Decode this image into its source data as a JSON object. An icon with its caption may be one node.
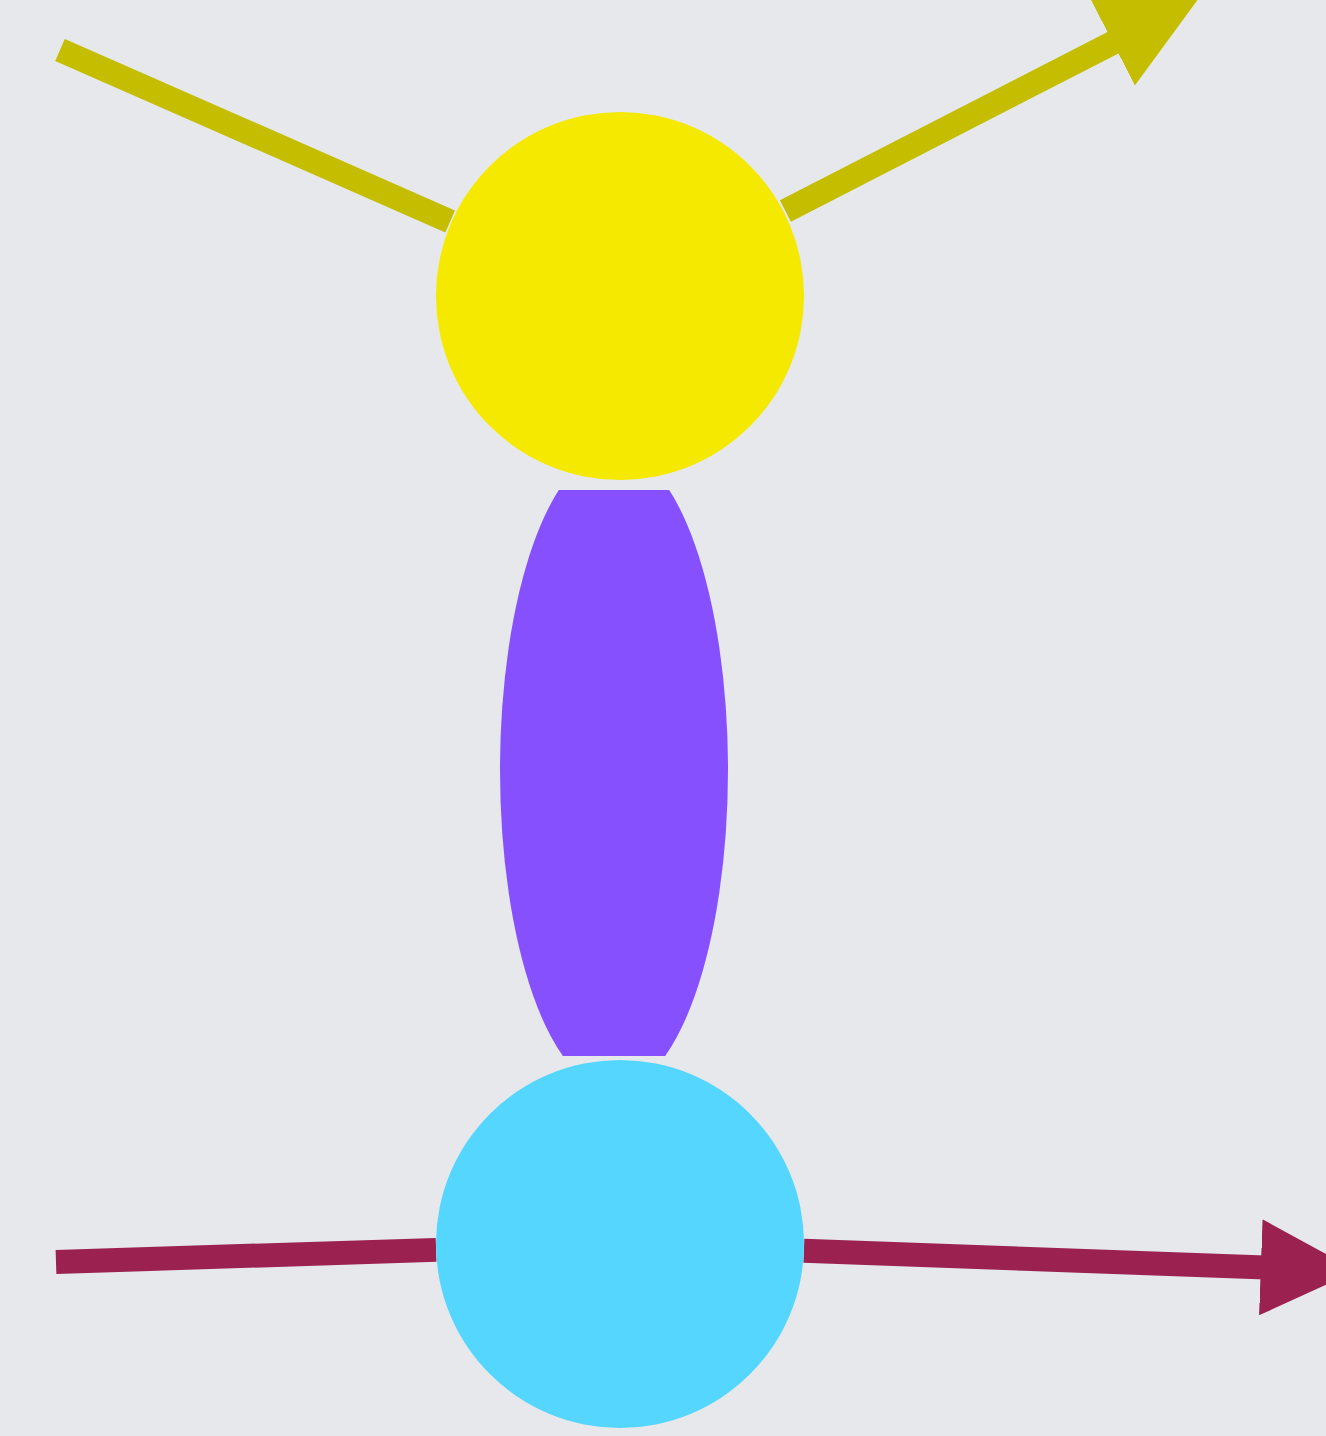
{
  "diagram": {
    "nodes": [
      {
        "text": [],
        "shape": "circle"
      },
      {
        "text": [],
        "shape": "ellipse"
      },
      {
        "text": [],
        "shape": "circle"
      }
    ],
    "edges": [
      {
        "from": null,
        "to": 0,
        "arrow": "none",
        "color": "#c4bd00"
      },
      {
        "from": 0,
        "to": null,
        "arrow": "to",
        "color": "#c4bd00"
      },
      {
        "from": null,
        "to": 2,
        "arrow": "none",
        "color": "#9b2150"
      },
      {
        "from": 2,
        "to": null,
        "arrow": "to",
        "color": "#9b2150"
      }
    ]
  }
}
